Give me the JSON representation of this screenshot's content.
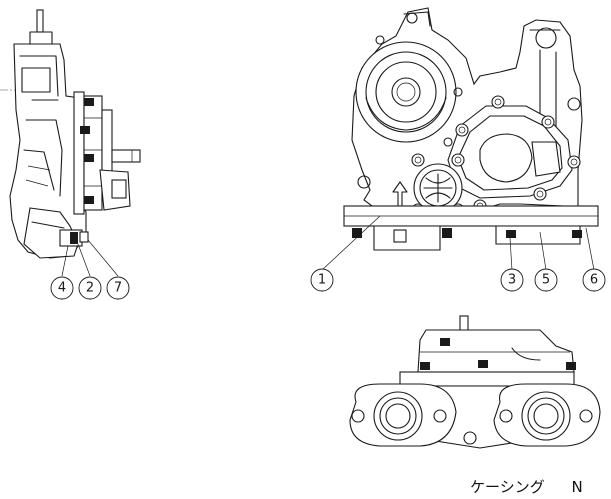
{
  "callouts": {
    "side_view": [
      "4",
      "2",
      "7"
    ],
    "front_view": [
      "1",
      "3",
      "5",
      "6"
    ]
  },
  "caption": {
    "title": "ケーシング",
    "code": "N"
  }
}
